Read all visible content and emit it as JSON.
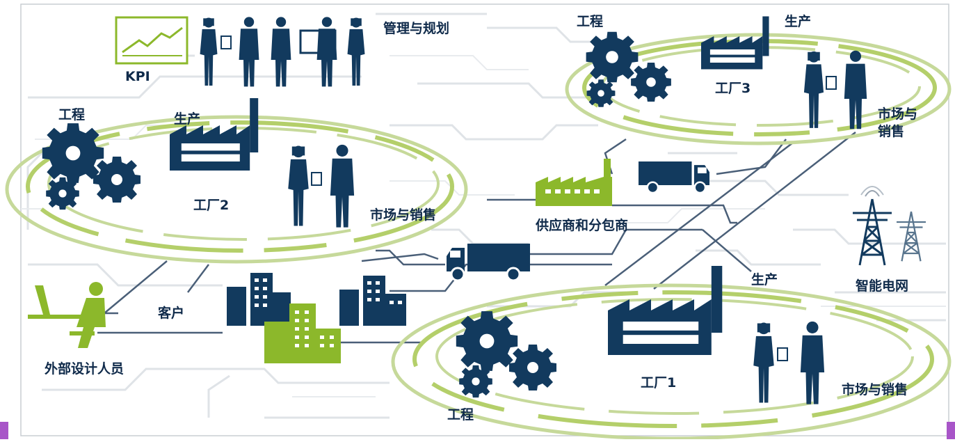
{
  "colors": {
    "navy": "#123a5e",
    "green": "#8cb82b",
    "ring_green": "#b4cf6a",
    "circuit_gray": "#d7dbe0",
    "accent_purple": "#a855c8"
  },
  "header": {
    "kpi_label": "KPI",
    "management_label": "管理与规划"
  },
  "factory_1": {
    "name": "工厂1",
    "engineering": "工程",
    "production": "生产",
    "sales": "市场与销售"
  },
  "factory_2": {
    "name": "工厂2",
    "engineering": "工程",
    "production": "生产",
    "sales": "市场与销售"
  },
  "factory_3": {
    "name": "工厂3",
    "engineering": "工程",
    "production": "生产",
    "sales_line1": "市场与",
    "sales_line2": "销售"
  },
  "supplier_label": "供应商和分包商",
  "customer_label": "客户",
  "external_designer_label": "外部设计人员",
  "smart_grid_label": "智能电网",
  "icons": [
    "kpi-chart-icon",
    "team-icon",
    "gear-icon",
    "factory-icon",
    "salesperson-icon",
    "truck-icon",
    "building-icon",
    "designer-icon",
    "power-tower-icon"
  ]
}
